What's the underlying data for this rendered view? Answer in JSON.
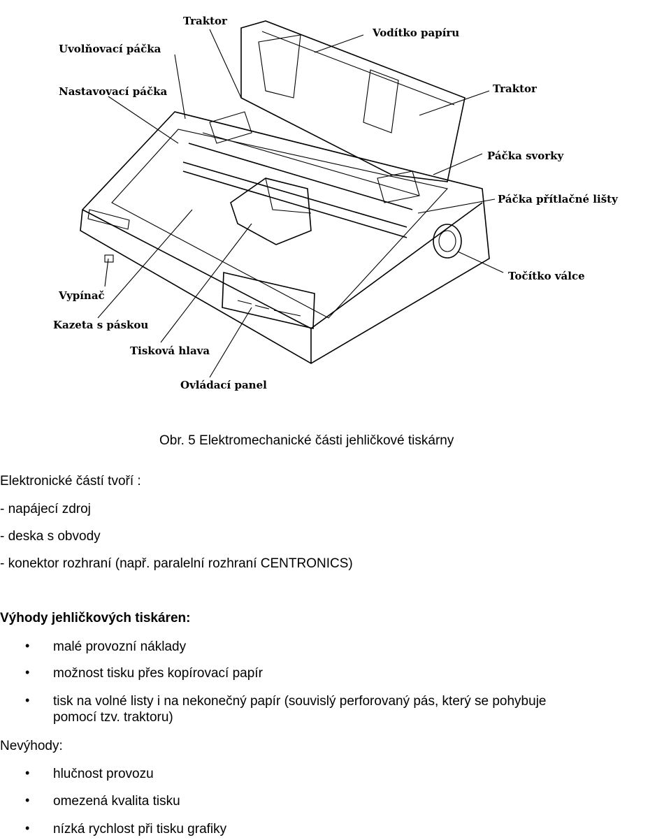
{
  "figure": {
    "labels": {
      "traktor_top": "Traktor",
      "uvolnovaci": "Uvolňovací páčka",
      "voditko": "Vodítko papíru",
      "nastavovaci": "Nastavovací páčka",
      "traktor_right": "Traktor",
      "packa_svorky": "Páčka svorky",
      "packa_pritlacne": "Páčka přítlačné lišty",
      "vypinac": "Vypínač",
      "tocitko": "Točítko válce",
      "kazeta": "Kazeta s páskou",
      "tiskova_hlava": "Tisková hlava",
      "ovladaci_panel": "Ovládací panel"
    },
    "caption": "Obr. 5 Elektromechanické části jehličkové tiskárny"
  },
  "electronics": {
    "intro": "Elektronické částí tvoří :",
    "items": [
      "- napájecí zdroj",
      "- deska s obvody",
      "- konektor rozhraní (např. paralelní rozhraní CENTRONICS)"
    ]
  },
  "advantages": {
    "title": "Výhody jehličkových tiskáren:",
    "bullet": "•",
    "items": [
      "malé provozní náklady",
      "možnost tisku přes kopírovací papír",
      "tisk na volné listy i na nekonečný papír (souvislý perforovaný pás, který se pohybuje"
    ],
    "item3_cont": "pomocí tzv. traktoru)"
  },
  "disadvantages": {
    "title": "Nevýhody:",
    "items": [
      "hlučnost provozu",
      "omezená kvalita tisku",
      "nízká rychlost při tisku grafiky"
    ]
  }
}
